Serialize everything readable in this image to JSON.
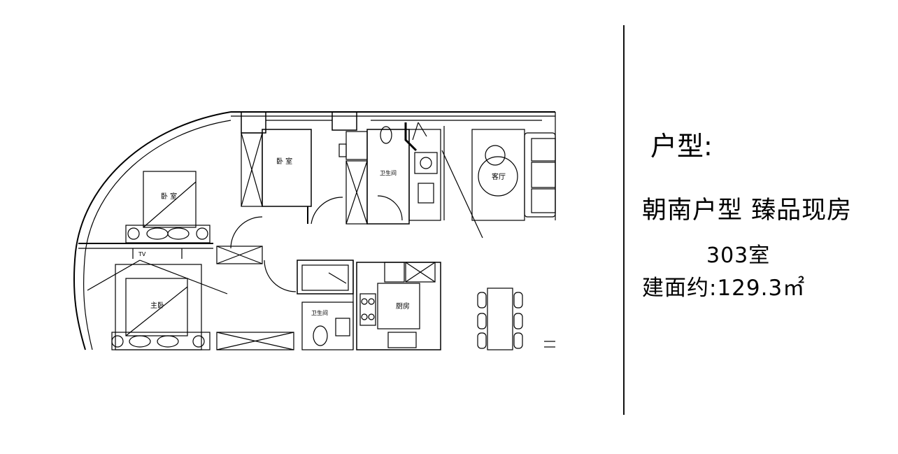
{
  "plan": {
    "rooms": {
      "bedroom_1": "卧 室",
      "bedroom_2": "卧 室",
      "master_bedroom": "主卧",
      "bathroom_1": "卫生间",
      "bathroom_2": "卫生间",
      "living_room": "客厅",
      "kitchen": "厨房",
      "tv": "TV"
    }
  },
  "info": {
    "heading": "户型:",
    "description": "朝南户型 臻品现房",
    "room_number": "303室",
    "area_label": "建面约",
    "area_separator": ":",
    "area_value": "129.3㎡"
  },
  "colors": {
    "line": "#000000",
    "background": "#ffffff"
  }
}
